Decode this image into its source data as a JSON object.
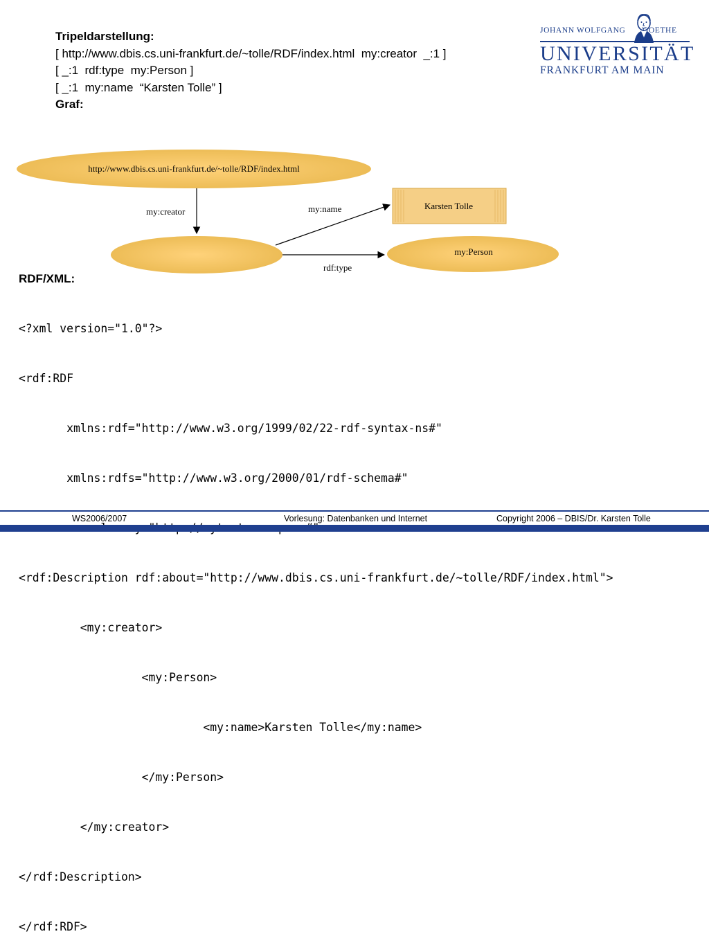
{
  "triples": {
    "heading": "Tripeldarstellung:",
    "lines": [
      "[ http://www.dbis.cs.uni-frankfurt.de/~tolle/RDF/index.html  my:creator  _:1 ]",
      "[ _:1  rdf:type  my:Person ]",
      "[ _:1  my:name  “Karsten Tolle” ]"
    ],
    "graph_heading": "Graf:"
  },
  "logo": {
    "top_left": "JOHANN WOLFGANG",
    "top_right": "GOETHE",
    "main": "UNIVERSITÄT",
    "sub": "FRANKFURT AM MAIN",
    "color": "#1b3d8a"
  },
  "graph": {
    "resource_node": "http://www.dbis.cs.uni-frankfurt.de/~tolle/RDF/index.html",
    "blank_node": "",
    "literal_node": "Karsten Tolle",
    "class_node": "my:Person",
    "edge_creator": "my:creator",
    "edge_name": "my:name",
    "edge_type": "rdf:type",
    "node_color": "#f2c45e",
    "literal_color": "#f5cf86"
  },
  "rdfxml": {
    "heading": "RDF/XML:",
    "lines": [
      "<?xml version=\"1.0\"?>",
      "<rdf:RDF",
      "       xmlns:rdf=\"http://www.w3.org/1999/02/22-rdf-syntax-ns#\"",
      "       xmlns:rdfs=\"http://www.w3.org/2000/01/rdf-schema#\"",
      "          xmlns:my=\"http://mytestnamespace#\" >",
      "<rdf:Description rdf:about=\"http://www.dbis.cs.uni-frankfurt.de/~tolle/RDF/index.html\">",
      "         <my:creator>",
      "                  <my:Person>",
      "                           <my:name>Karsten Tolle</my:name>",
      "                  </my:Person>",
      "         </my:creator>",
      "</rdf:Description>",
      "</rdf:RDF>"
    ]
  },
  "footer": {
    "left": "WS2006/2007",
    "center": "Vorlesung: Datenbanken und Internet",
    "right": "Copyright 2006 – DBIS/Dr. Karsten Tolle",
    "bar_color": "#1f3f8f"
  }
}
